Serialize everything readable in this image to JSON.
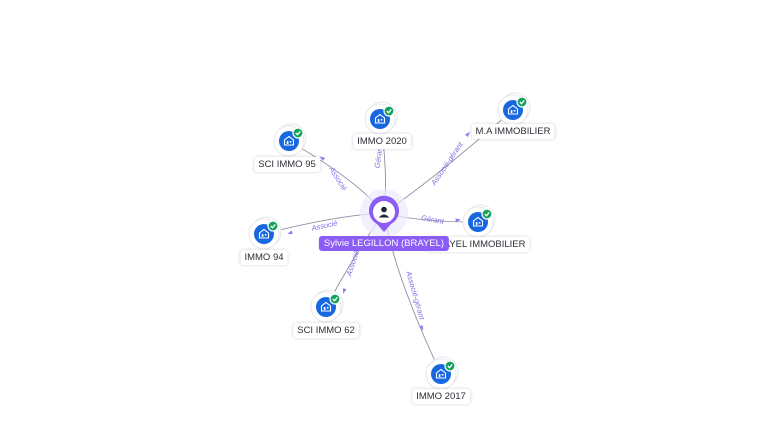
{
  "center": {
    "label": "Sylvie LEGILLON (BRAYEL)",
    "icon": "person-icon",
    "color": "#8b5cf6"
  },
  "companies": [
    {
      "id": "immo-2020",
      "label": "IMMO 2020",
      "relation": "Gérant",
      "icon": "building-icon",
      "status_icon": "check-icon"
    },
    {
      "id": "ma-immobilier",
      "label": "M.A IMMOBILIER",
      "relation": "Associé-gérant",
      "icon": "building-icon",
      "status_icon": "check-icon"
    },
    {
      "id": "sci-immo-95",
      "label": "SCI IMMO 95",
      "relation": "Associé",
      "icon": "building-icon",
      "status_icon": "check-icon"
    },
    {
      "id": "brayel-immobilier",
      "label": "BRAYEL IMMOBILIER",
      "relation": "Gérant",
      "icon": "building-icon",
      "status_icon": "check-icon"
    },
    {
      "id": "immo-94",
      "label": "IMMO 94",
      "relation": "Associé",
      "icon": "building-icon",
      "status_icon": "check-icon"
    },
    {
      "id": "sci-immo-62",
      "label": "SCI IMMO 62",
      "relation": "Associé",
      "icon": "building-icon",
      "status_icon": "check-icon"
    },
    {
      "id": "immo-2017",
      "label": "IMMO 2017",
      "relation": "Associé-gérant",
      "icon": "building-icon",
      "status_icon": "check-icon"
    }
  ],
  "colors": {
    "company_node": "#1667e0",
    "active_badge": "#13a35a",
    "edge": "#8a93a3",
    "edge_label": "#7c6fe0"
  }
}
